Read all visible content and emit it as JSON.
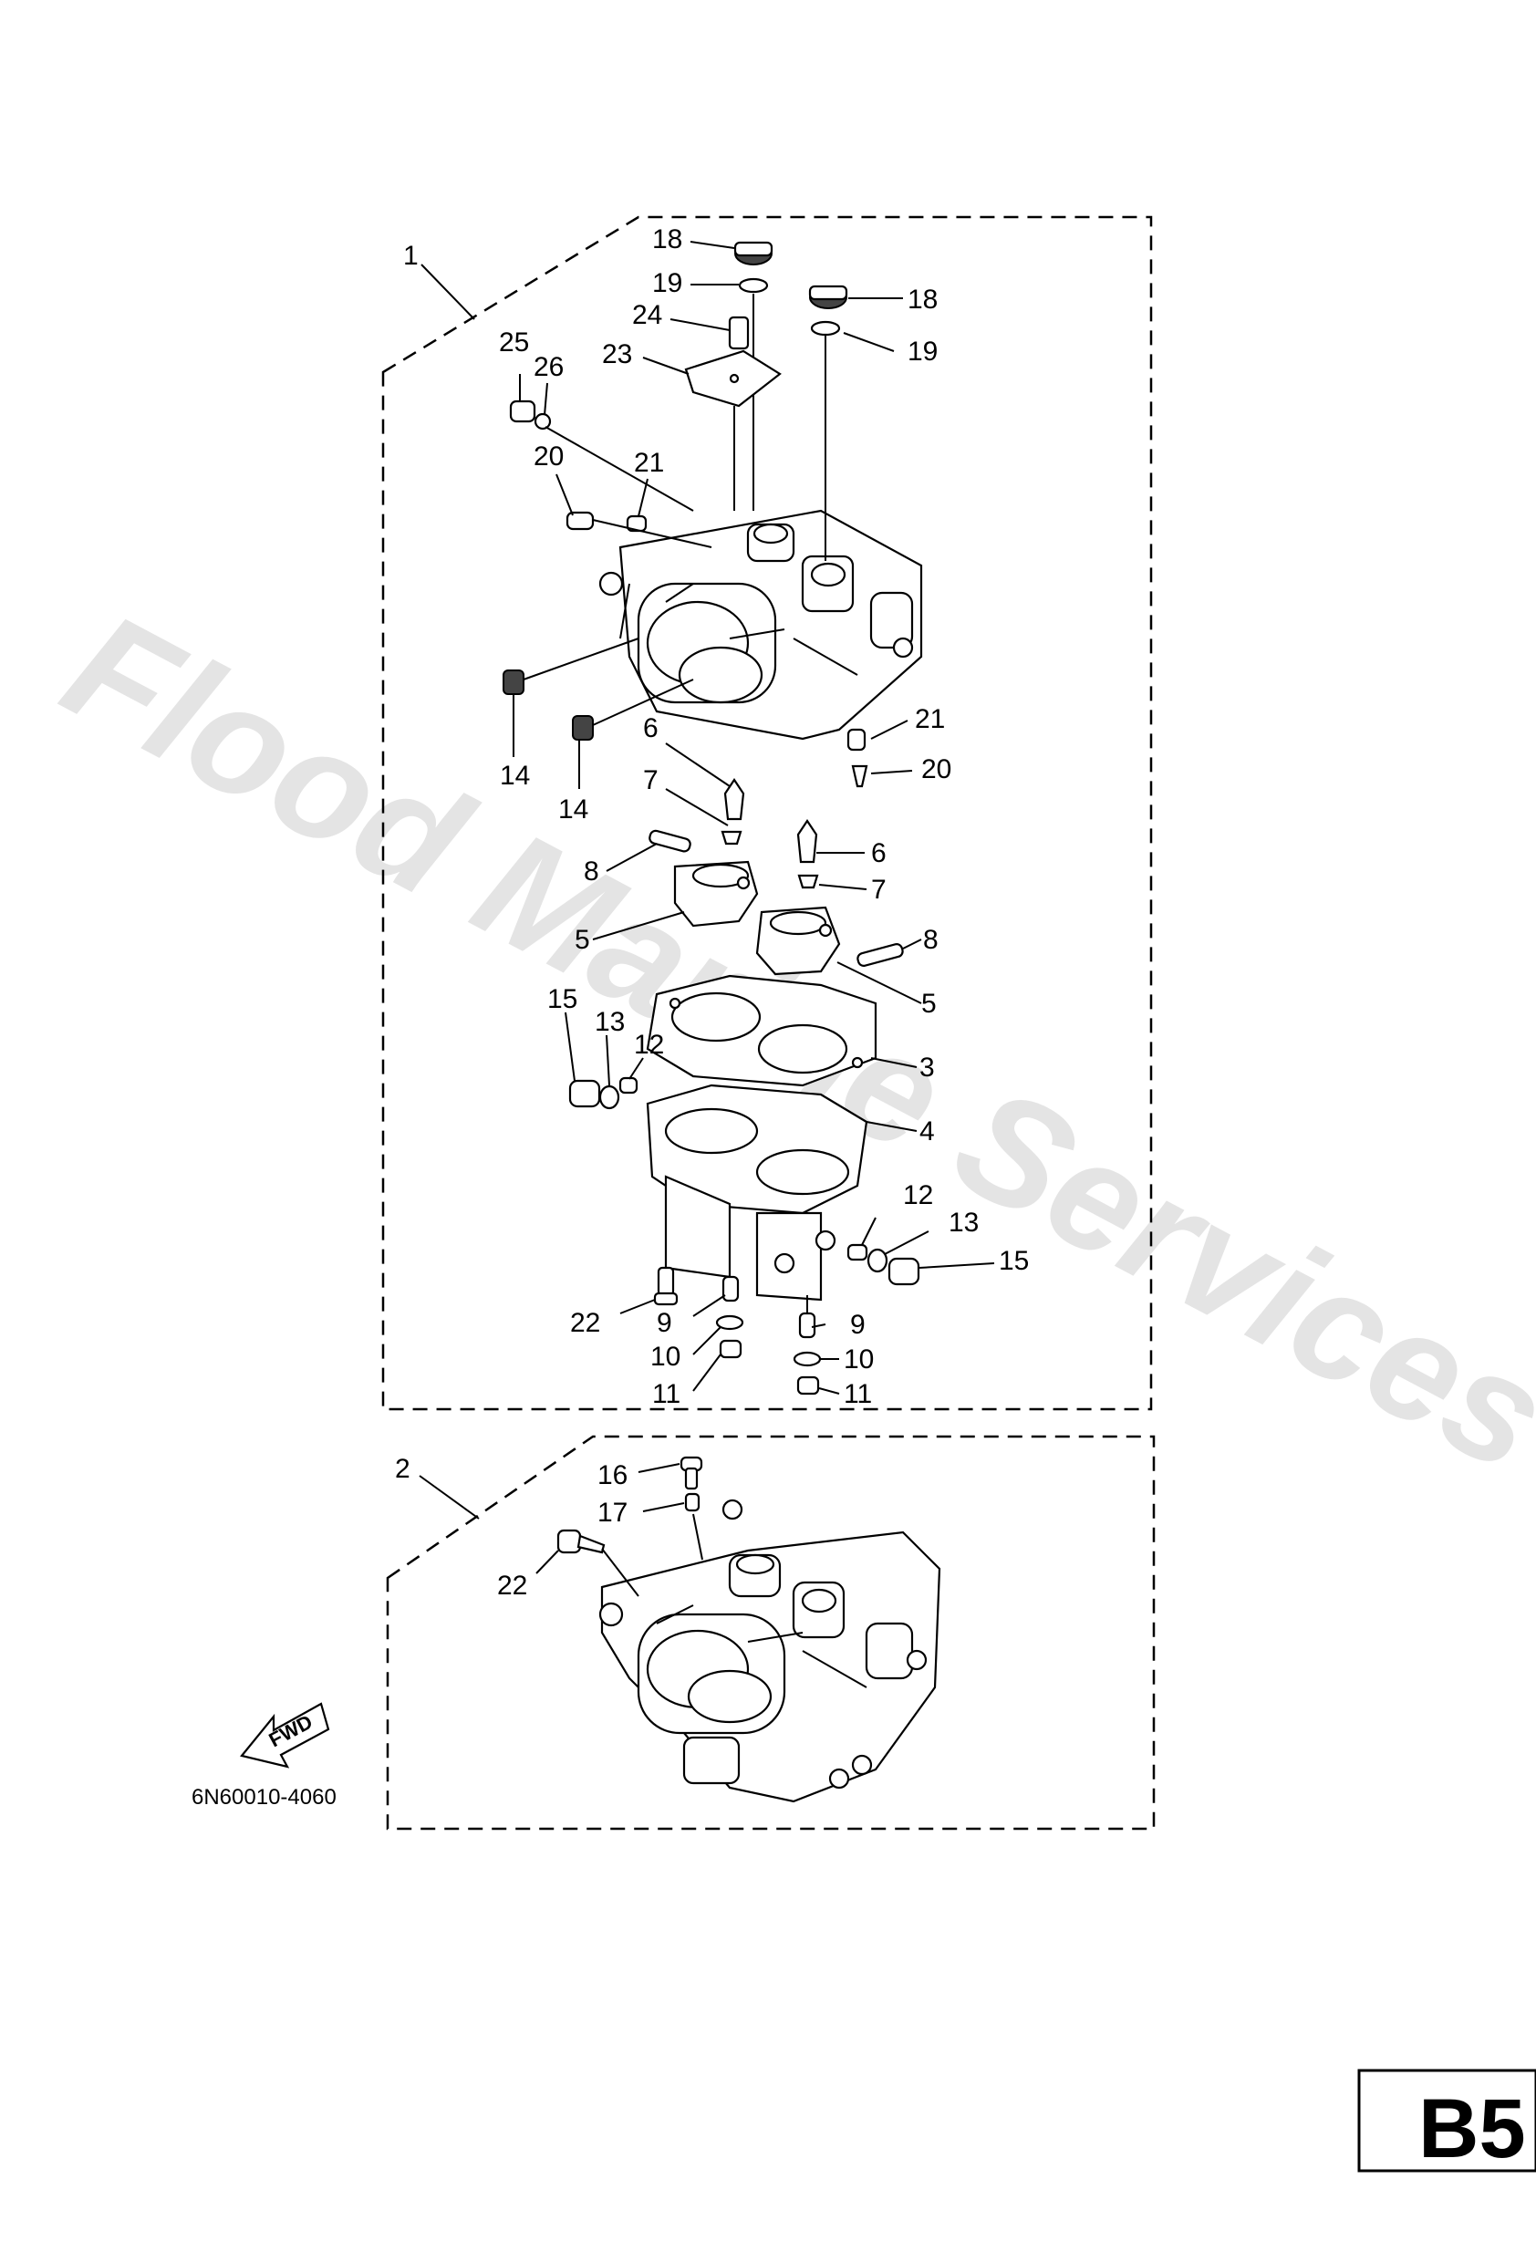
{
  "watermark": "Flood Marine Services",
  "part_code": "6N60010-4060",
  "fwd_label": "FWD",
  "page_tag": "B5",
  "callouts_assembly_1": {
    "c1": "1",
    "c18a": "18",
    "c19a": "19",
    "c18b": "18",
    "c19b": "19",
    "c24": "24",
    "c23": "23",
    "c25": "25",
    "c26": "26",
    "c20a": "20",
    "c21a": "21",
    "c14a": "14",
    "c14b": "14",
    "c21b": "21",
    "c20b": "20",
    "c6a": "6",
    "c7a": "7",
    "c8a": "8",
    "c5a": "5",
    "c6b": "6",
    "c7b": "7",
    "c8b": "8",
    "c5b": "5",
    "c3": "3",
    "c15a": "15",
    "c13a": "13",
    "c12a": "12",
    "c4": "4",
    "c12b": "12",
    "c13b": "13",
    "c15b": "15",
    "c22a": "22",
    "c9a": "9",
    "c9b": "9",
    "c10a": "10",
    "c10b": "10",
    "c11a": "11",
    "c11b": "11"
  },
  "callouts_assembly_2": {
    "c2": "2",
    "c16": "16",
    "c17": "17",
    "c22": "22"
  },
  "icons": {
    "fwd_arrow": "fwd-arrow-icon",
    "carburetor_body": "carburetor-icon"
  }
}
